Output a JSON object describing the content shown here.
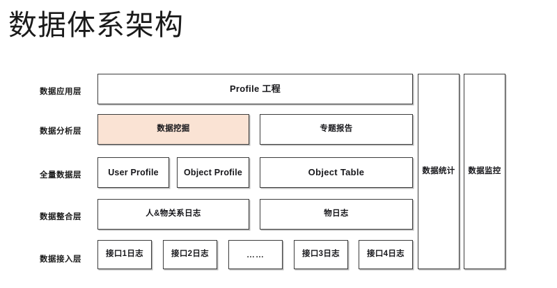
{
  "page": {
    "title": "数据体系架构",
    "background_color": "#ffffff",
    "border_color": "#3b3b3b",
    "shadow_color": "#b9b9b9",
    "highlight_color": "#fae3d4"
  },
  "diagram": {
    "type": "layered-architecture",
    "row_labels": [
      {
        "label": "数据应用层"
      },
      {
        "label": "数据分析层"
      },
      {
        "label": "全量数据层"
      },
      {
        "label": "数据整合层"
      },
      {
        "label": "数据接入层"
      }
    ],
    "rows": [
      {
        "label": "数据应用层",
        "boxes": [
          {
            "label": "Profile 工程",
            "highlight": false
          }
        ]
      },
      {
        "label": "数据分析层",
        "boxes": [
          {
            "label": "数据挖掘",
            "highlight": true
          },
          {
            "label": "专题报告",
            "highlight": false
          }
        ]
      },
      {
        "label": "全量数据层",
        "boxes": [
          {
            "label": "User Profile",
            "highlight": false
          },
          {
            "label": "Object Profile",
            "highlight": false
          },
          {
            "label": "Object Table",
            "highlight": false
          }
        ]
      },
      {
        "label": "数据整合层",
        "boxes": [
          {
            "label": "人&物关系日志",
            "highlight": false
          },
          {
            "label": "物日志",
            "highlight": false
          }
        ]
      },
      {
        "label": "数据接入层",
        "boxes": [
          {
            "label": "接口1日志",
            "highlight": false
          },
          {
            "label": "接口2日志",
            "highlight": false
          },
          {
            "label": "……",
            "highlight": false
          },
          {
            "label": "接口3日志",
            "highlight": false
          },
          {
            "label": "接口4日志",
            "highlight": false
          }
        ]
      }
    ],
    "side_columns": [
      {
        "label": "数据统计"
      },
      {
        "label": "数据监控"
      }
    ]
  }
}
